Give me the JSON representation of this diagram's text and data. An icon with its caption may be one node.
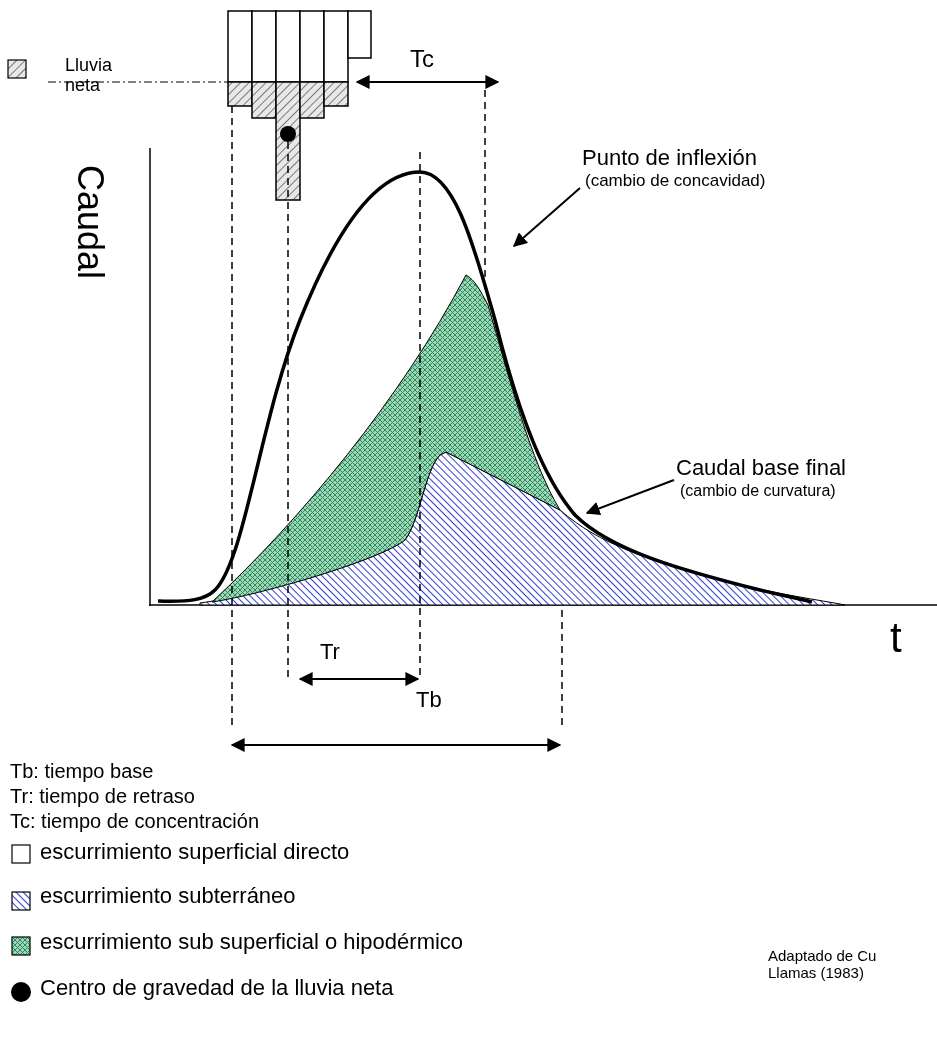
{
  "diagram": {
    "nodes": [
      {
        "text": [
          "Punto de inflexión",
          "(cambio de concavidad)"
        ]
      },
      {
        "text": [
          "Caudal base final",
          "(cambio de curvatura)"
        ]
      },
      {
        "text": [],
        "shape": "curve"
      }
    ],
    "edges": [
      {
        "from": 0,
        "to": 2,
        "arrow": "to"
      },
      {
        "from": 1,
        "to": 2,
        "arrow": "to"
      }
    ],
    "labels": [
      "Tc",
      "Caudal",
      "t",
      "Tr",
      "Tb",
      "Tb: tiempo base",
      "Tr: tiempo de retraso",
      "Tc: tiempo de concentración",
      "Adaptado de Cu Llamas (1983)"
    ],
    "legend": [
      {
        "text": "Lluvia neta"
      },
      {
        "text": "escurrimiento superficial directo",
        "color": "#ffffff"
      },
      {
        "text": "escurrimiento subterráneo"
      },
      {
        "text": "escurrimiento sub superficial o hipodérmico"
      },
      {
        "text": "Centro de gravedad de la lluvia neta"
      }
    ]
  }
}
